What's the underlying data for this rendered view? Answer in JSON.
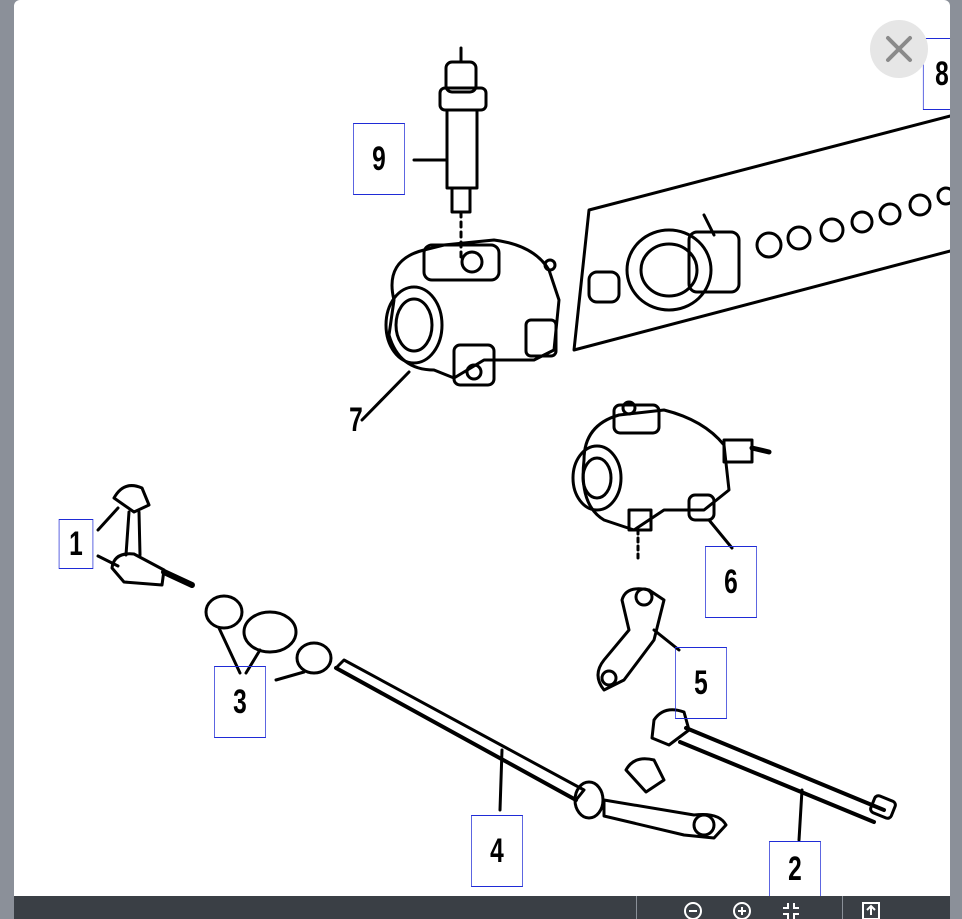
{
  "viewer": {
    "close_icon": "close-icon",
    "toolbar_icons": [
      "zoom-out-icon",
      "zoom-in-icon",
      "fit-icon",
      "download-icon"
    ]
  },
  "callouts": {
    "c1": "1",
    "c2": "2",
    "c3": "3",
    "c4": "4",
    "c5": "5",
    "c6": "6",
    "c7": "7",
    "c8": "8",
    "c9": "9"
  }
}
